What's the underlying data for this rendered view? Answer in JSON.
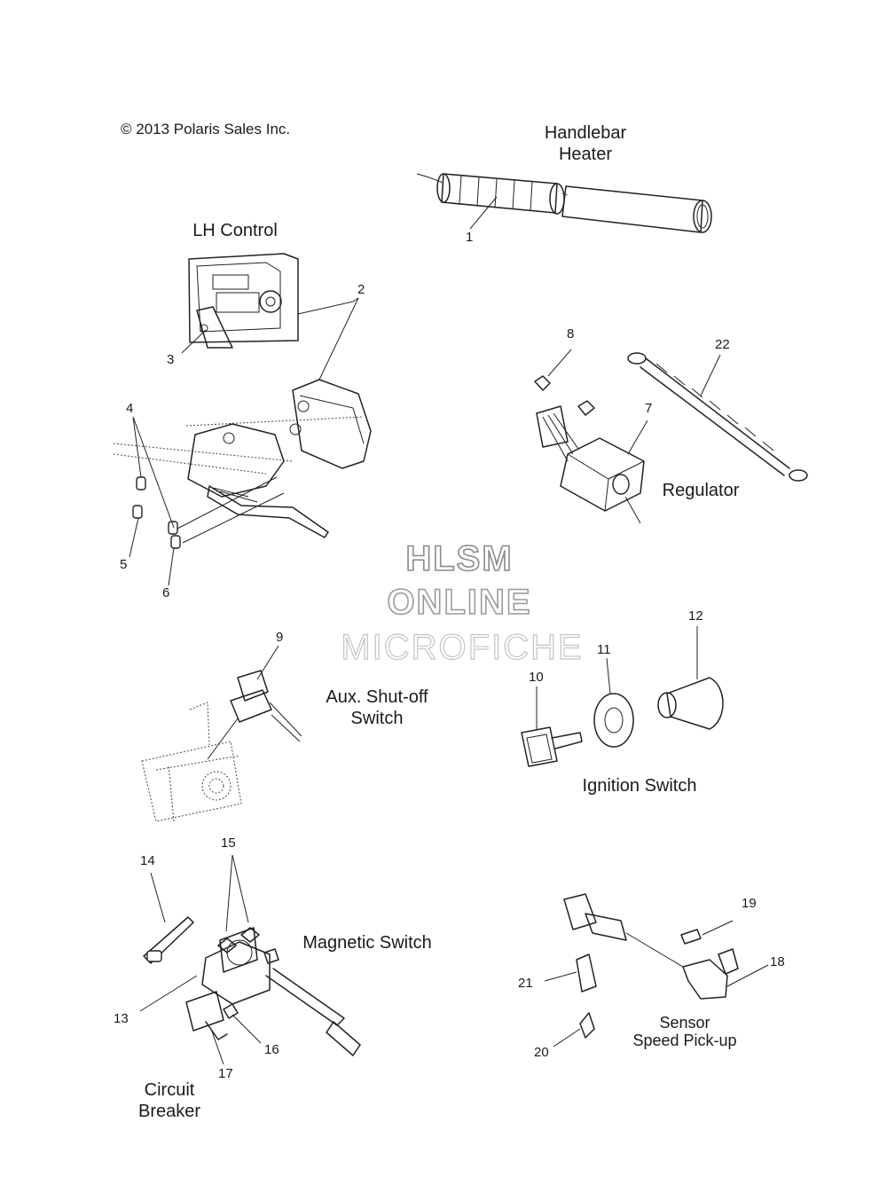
{
  "copyright": "© 2013 Polaris Sales Inc.",
  "watermark": {
    "line1": "HLSM",
    "line2": "ONLINE",
    "line3": "MICROFICHE"
  },
  "groups": {
    "handlebar_heater": {
      "line1": "Handlebar",
      "line2": "Heater"
    },
    "lh_control": "LH Control",
    "regulator": "Regulator",
    "aux_shutoff": {
      "line1": "Aux. Shut-off",
      "line2": "Switch"
    },
    "ignition_switch": "Ignition Switch",
    "magnetic_switch": "Magnetic Switch",
    "circuit_breaker": {
      "line1": "Circuit",
      "line2": "Breaker"
    },
    "sensor": {
      "line1": "Sensor",
      "line2": "Speed Pick-up"
    }
  },
  "callouts": {
    "n1": "1",
    "n2": "2",
    "n3": "3",
    "n4": "4",
    "n5": "5",
    "n6": "6",
    "n7": "7",
    "n8": "8",
    "n9": "9",
    "n10": "10",
    "n11": "11",
    "n12": "12",
    "n13": "13",
    "n14": "14",
    "n15": "15",
    "n16": "16",
    "n17": "17",
    "n18": "18",
    "n19": "19",
    "n20": "20",
    "n21": "21",
    "n22": "22"
  }
}
